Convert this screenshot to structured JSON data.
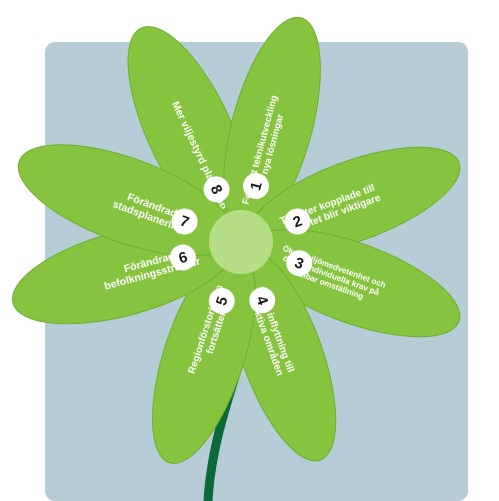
{
  "colors": {
    "background_panel": "#b6cdd8",
    "petal": "#86c440",
    "petal_edge": "#6fae2e",
    "center": "#b5de86",
    "stem": "#0b6a3a",
    "number_circle": "#ffffff",
    "petal_text": "#ffffff"
  },
  "petals": [
    {
      "number": "1",
      "lines": [
        "Fortsatt teknikutveckling",
        "ger nya lösningar"
      ]
    },
    {
      "number": "2",
      "lines": [
        "Tjänster kopplade till",
        "mobilitet blir viktigare"
      ]
    },
    {
      "number": "3",
      "lines": [
        "Ökad miljömedvetenhet och",
        "ökade individuella krav på",
        "hållbar omställning"
      ]
    },
    {
      "number": "4",
      "lines": [
        "Ökad inflyttning till",
        "attraktiva områden"
      ]
    },
    {
      "number": "5",
      "lines": [
        "Regionförstoringen",
        "fortsätter"
      ]
    },
    {
      "number": "6",
      "lines": [
        "Förändrad",
        "befolkningsstruktur"
      ]
    },
    {
      "number": "7",
      "lines": [
        "Förändrad",
        "stadsplanering"
      ]
    },
    {
      "number": "8",
      "lines": [
        "Mer viljestyrd planering"
      ]
    }
  ]
}
